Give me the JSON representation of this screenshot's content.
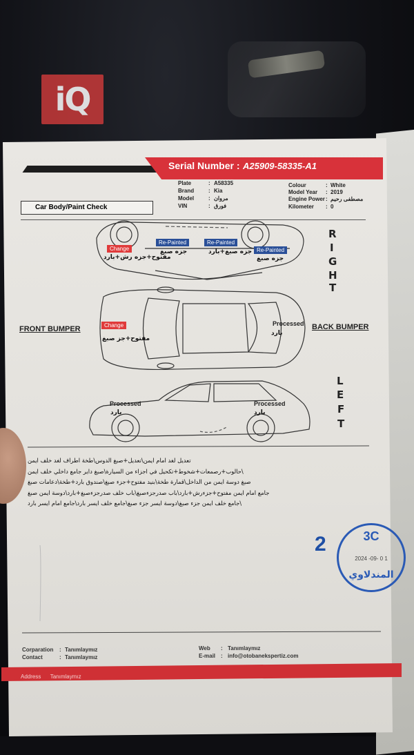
{
  "logo": {
    "text": "iQ"
  },
  "header": {
    "serial_label": "Serial Number :",
    "serial_value": "A25909-58335-A1"
  },
  "info": {
    "plate_label": "Plate",
    "plate_value": "A58335",
    "brand_label": "Brand",
    "brand_value": "Kia",
    "model_label": "Model",
    "model_value": "مروان",
    "vin_label": "VIN",
    "vin_value": "فورق",
    "colour_label": "Colour",
    "colour_value": "White",
    "year_label": "Model Year",
    "year_value": "2019",
    "engine_label": "Engine Power",
    "engine_value": "مصطفى رحيم",
    "km_label": "Kilometer",
    "km_value": "0"
  },
  "section_title": "Car Body/Paint Check",
  "side_letters": {
    "right": [
      "R",
      "I",
      "G",
      "H",
      "T"
    ],
    "left": [
      "L",
      "E",
      "F",
      "T"
    ]
  },
  "bumpers": {
    "front": "FRONT BUMPER",
    "back": "BACK BUMPER"
  },
  "tags": {
    "right_change": "Change",
    "right_change_ar": "مفتوح+جزه رش+بارد",
    "right_repaint1": "Re-Painted",
    "right_repaint1_ar": "جزه صبغ",
    "right_repaint2": "Re-Painted",
    "right_repaint2_ar": "جزه صبغ+بارد",
    "right_repaint3": "Re-Painted",
    "right_repaint3_ar": "جزه صبغ",
    "top_change": "Change",
    "top_change_ar": "مفتوح+جز صبغ",
    "top_processed": "Processed",
    "top_processed_ar": "بارد",
    "left_processed1": "Processed",
    "left_processed1_ar": "بارد",
    "left_processed2": "Processed",
    "left_processed2_ar": "بارد"
  },
  "notes": [
    "تعديل لغد امام ايمن\\تعديل+صبغ الدوس\\طخة اطراف لغد خلف ايمن",
    "\\حالوب+رصمعات+شخوط+تكحيل في اجزاء من السيارة\\صبغ داير جامع داخلي خلف ايمن",
    "صبغ دوسة ايمن من الداخل\\قمارة طخة\\بنيد مفتوح+جزء صبغ\\صندوق بارد+طخة\\دعامات صبغ",
    "جامع امام ايمن مفتوح+جزءرش+بارد\\باب صدرجزءصبغ\\باب خلف صدرجزءصبغ+بارد\\دوسة ايمن صبغ",
    "\\جامع خلف ايمن جزء صبغ\\دوسة ايسر جزء صبغ\\جامع خلف ايسر بارد\\جامع امام ايسر بارد"
  ],
  "page_number": "2",
  "stamp": {
    "code": "3C",
    "date": "2024 -09- 0 1",
    "name": "المندلاوي"
  },
  "footer": {
    "corporation_label": "Corparation",
    "corporation_value": "Tanımlaymız",
    "contact_label": "Contact",
    "contact_value": "Tanımlaymız",
    "web_label": "Web",
    "web_value": "Tanımlaymız",
    "email_label": "E-mail",
    "email_value": "info@otobanekspertiz.com",
    "address_label": "Address",
    "address_value": "Tanımlaymız"
  },
  "colors": {
    "brand_red": "#d8323a",
    "tag_blue": "#2a4f98",
    "stamp_blue": "#2a5ab5"
  }
}
